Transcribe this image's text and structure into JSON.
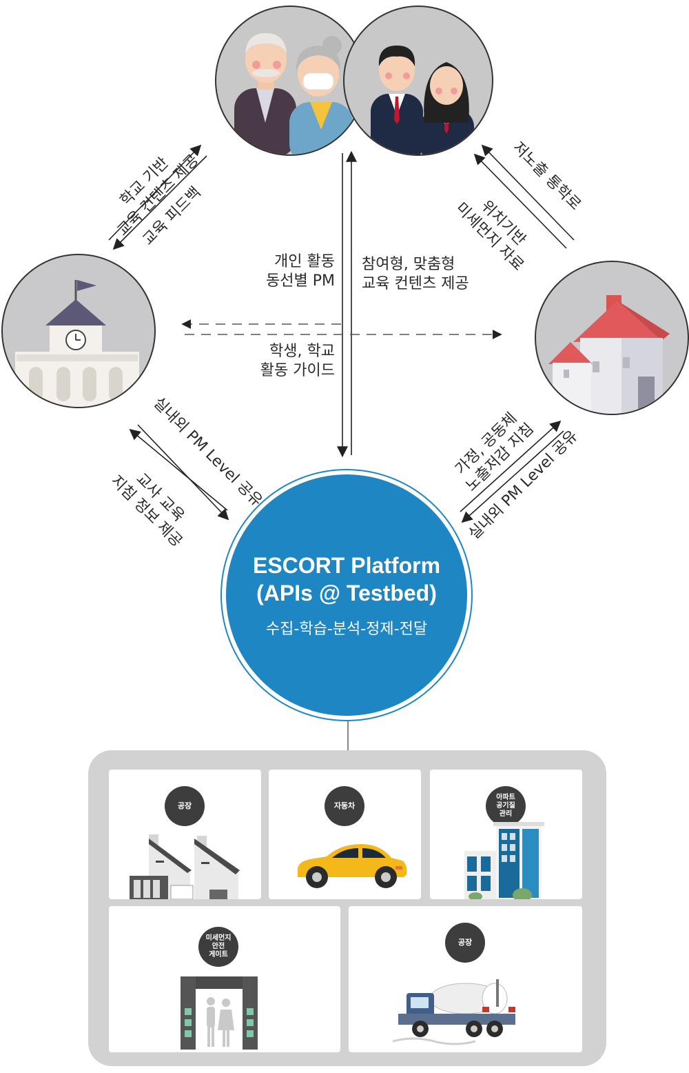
{
  "platform": {
    "title_line1": "ESCORT Platform",
    "title_line2": "(APIs @ Testbed)",
    "subtitle": "수집-학습-분석-정제-전달",
    "color": "#1e86c3"
  },
  "nodes": {
    "seniors": "seniors-people",
    "students": "students-people",
    "school": "school-building",
    "home": "house"
  },
  "edges": {
    "school_to_people_1": "학교 기반",
    "school_to_people_2": "교육 컨텐츠 제공",
    "people_to_school": "교육 피드백",
    "home_to_people_1": "저노출 통학로",
    "home_to_people_2": "위치기반",
    "home_to_people_3": "미세먼지 자료",
    "people_to_platform_1": "개인 활동",
    "people_to_platform_2": "동선별 PM",
    "platform_to_people_1": "참여형, 맞춤형",
    "platform_to_people_2": "교육 컨텐츠 제공",
    "center_1": "학생, 학교",
    "center_2": "활동 가이드",
    "school_platform_1": "실내외 PM Level 공유",
    "school_platform_2": "교사 교육",
    "school_platform_3": "지침 정보 제공",
    "home_platform_1": "가정, 공동체",
    "home_platform_2": "노출저감 지침",
    "home_platform_3": "실내외 PM Level 공유"
  },
  "testbed": {
    "cards": [
      {
        "label": "공장",
        "icon": "factory-icon"
      },
      {
        "label": "자동차",
        "icon": "car-icon"
      },
      {
        "label": "아파트\n공기질\n관리",
        "icon": "apartment-icon"
      },
      {
        "label": "미세먼지\n안전\n게이트",
        "icon": "gate-icon"
      },
      {
        "label": "공장",
        "icon": "tanker-truck-icon"
      }
    ]
  }
}
